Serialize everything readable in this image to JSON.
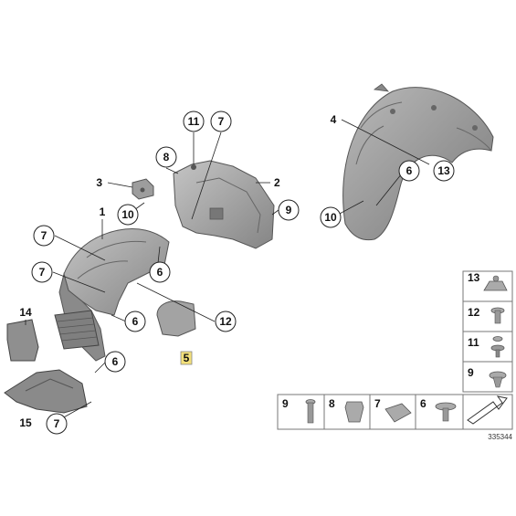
{
  "diagram": {
    "reference_number": "335344",
    "colors": {
      "part_fill": "#9a9a9a",
      "part_dark": "#6d6d6d",
      "part_light": "#c8c8c8",
      "line": "#222222",
      "highlight": "#f3e07a"
    },
    "callouts": {
      "c11": "11",
      "c7_top": "7",
      "c8": "8",
      "c3": "3",
      "c10_mid": "10",
      "c2": "2",
      "c9_mid": "9",
      "c1": "1",
      "c7_left1": "7",
      "c7_left2": "7",
      "c6_a": "6",
      "c6_b": "6",
      "c6_c": "6",
      "c12": "12",
      "c5": "5",
      "c14": "14",
      "c15": "15",
      "c7_bottom": "7",
      "c4": "4",
      "c13": "13",
      "c6_right": "6",
      "c10_right": "10"
    },
    "legend": {
      "side": [
        "13",
        "12",
        "11",
        "9"
      ],
      "bottom": [
        "9",
        "8",
        "7",
        "6"
      ]
    }
  }
}
